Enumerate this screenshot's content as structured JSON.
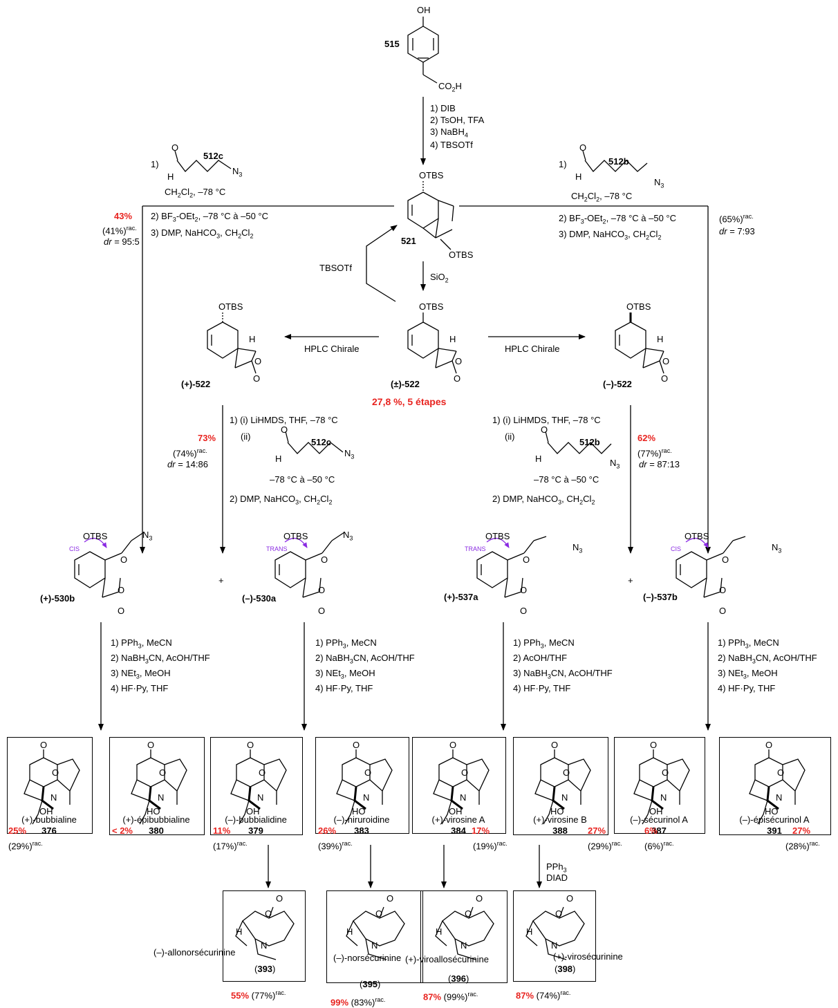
{
  "start": {
    "oh": "OH",
    "id": "515",
    "co2h": "CO2H"
  },
  "step_main": [
    "1) DIB",
    "2) TsOH, TFA",
    "3) NaBH4",
    "4) TBSOTf"
  ],
  "i521": {
    "otbs_top": "OTBS",
    "otbs_bottom": "OTBS",
    "id": "521"
  },
  "left_reagent": {
    "n1": "1)",
    "aldehyde_id": "512c",
    "n3": "N3",
    "h": "H",
    "o": "O",
    "cond": "CH2Cl2, –78 °C",
    "l2": "2) BF3-OEt2, –78 °C à –50 °C",
    "l3": "3) DMP, NaHCO3, CH2Cl2"
  },
  "left_yield": {
    "pct": "43%",
    "rac": "(41%)",
    "sup": "rac.",
    "dr": "= 95:5"
  },
  "right_reagent": {
    "n1": "1)",
    "aldehyde_id": "512b",
    "n3": "N3",
    "h": "H",
    "o": "O",
    "cond": "CH2Cl2, –78 °C",
    "l2": "2) BF3-OEt2, –78 °C à –50 °C",
    "l3": "3) DMP, NaHCO3, CH2Cl2"
  },
  "right_yield": {
    "rac": "(65%)",
    "sup": "rac.",
    "dr": "= 7:93"
  },
  "tbsotf": "TBSOTf",
  "sio2": "SiO2",
  "rac522": {
    "otbs": "OTBS",
    "h": "H",
    "label": "(±)-522",
    "total": "27,8 %, 5 étapes"
  },
  "plus522": {
    "otbs": "OTBS",
    "h": "H",
    "label": "(+)-522"
  },
  "minus522": {
    "otbs": "OTBS",
    "h": "H",
    "label": "(–)-522"
  },
  "hplc": "HPLC Chirale",
  "mid_left": {
    "l1": "1) (i) LiHMDS, THF, –78 °C",
    "ii": "(ii)",
    "o": "O",
    "id": "512c",
    "h": "H",
    "n3": "N3",
    "temp": "–78 °C à –50 °C",
    "l2": "2) DMP, NaHCO3, CH2Cl2",
    "pct": "73%",
    "rac": "(74%)",
    "sup": "rac.",
    "dr": "= 14:86"
  },
  "mid_right": {
    "l1": "1) (i) LiHMDS, THF, –78 °C",
    "ii": "(ii)",
    "o": "O",
    "id": "512b",
    "h": "H",
    "n3": "N3",
    "temp": "–78 °C à –50 °C",
    "l2": "2) DMP, NaHCO3, CH2Cl2",
    "pct": "62%",
    "rac": "(77%)",
    "sup": "rac.",
    "dr": "= 87:13"
  },
  "spiro": [
    {
      "label": "(+)-530b",
      "tag": "CIS",
      "otbs": "OTBS",
      "n3": "N3"
    },
    {
      "label": "(–)-530a",
      "tag": "TRANS",
      "otbs": "OTBS",
      "n3": "N3"
    },
    {
      "label": "(+)-537a",
      "tag": "TRANS",
      "otbs": "OTBS",
      "n3": "N3"
    },
    {
      "label": "(–)-537b",
      "tag": "CIS",
      "otbs": "OTBS",
      "n3": "N3"
    }
  ],
  "plus": "+",
  "final_steps": [
    [
      "1) PPh3, MeCN",
      "2) NaBH3CN, AcOH/THF",
      "3) NEt3, MeOH",
      "4) HF·Py, THF"
    ],
    [
      "1) PPh3, MeCN",
      "2) NaBH3CN, AcOH/THF",
      "3) NEt3, MeOH",
      "4) HF·Py, THF"
    ],
    [
      "1) PPh3, MeCN",
      "2) AcOH/THF",
      "3) NaBH3CN, AcOH/THF",
      "4) HF·Py, THF"
    ],
    [
      "1) PPh3, MeCN",
      "2) NaBH3CN, AcOH/THF",
      "3) NEt3, MeOH",
      "4) HF·Py, THF"
    ]
  ],
  "products": [
    {
      "name": "(+)-bubbialine",
      "id": "376",
      "pct": "25%",
      "rac": "(29%)"
    },
    {
      "name": "(+)-épibubbialine",
      "id": "380",
      "pct": "< 2%",
      "rac": ""
    },
    {
      "name": "(–)-bubbialidine",
      "id": "379",
      "pct": "11%",
      "rac": "(17%)"
    },
    {
      "name": "(–)-niruroidine",
      "id": "383",
      "pct": "26%",
      "rac": "(39%)"
    },
    {
      "name": "(+)-virosine A",
      "id": "384",
      "pct": "17%",
      "rac": "(19%)"
    },
    {
      "name": "(+)-virosine B",
      "id": "388",
      "pct": "27%",
      "rac": "(29%)"
    },
    {
      "name": "(–)-sécurinol A",
      "id": "387",
      "pct": "6%",
      "rac": "(6%)"
    },
    {
      "name": "(–)-épisécurinol A",
      "id": "391",
      "pct": "27%",
      "rac": "(28%)"
    }
  ],
  "rac_sup": "rac.",
  "atoms": {
    "o": "O",
    "n": "N",
    "h": "H",
    "oh": "OH",
    "ho": "HO"
  },
  "mitsunobu": [
    "PPh3",
    "DIAD"
  ],
  "bottom": [
    {
      "name": "(–)-allonorsécurinine",
      "id": "393",
      "pct": "55%",
      "rac": "(77%)"
    },
    {
      "name": "(–)-norsécurinine",
      "id": "395",
      "pct": "99%",
      "rac": "(83%)"
    },
    {
      "name": "(+)-viroallosécurinine",
      "id": "396",
      "pct": "87%",
      "rac": "(99%)"
    },
    {
      "name": "(+)-virosécurinine",
      "id": "398",
      "pct": "87%",
      "rac": "(74%)"
    }
  ]
}
